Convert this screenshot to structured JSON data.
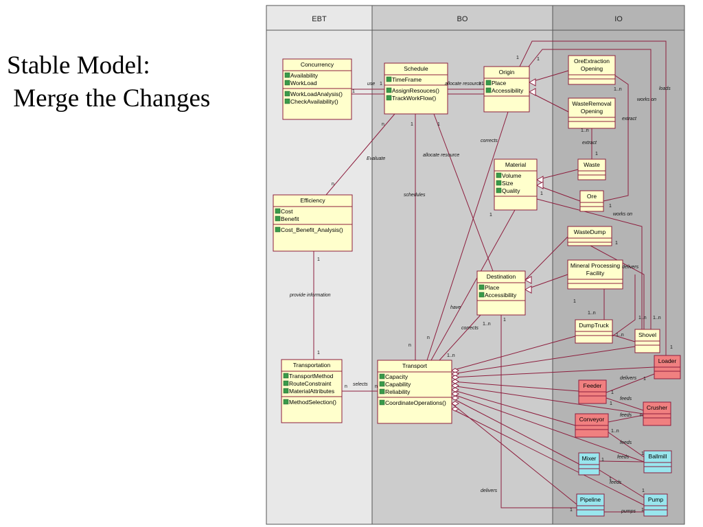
{
  "slide": {
    "title_line1": "Stable Model:",
    "title_line2": " Merge the Changes"
  },
  "lanes": [
    "EBT",
    "BO",
    "IO"
  ],
  "classes": [
    {
      "id": "concurrency",
      "name": "Concurrency",
      "attrs": [
        "Availability",
        "WorkLoad"
      ],
      "ops": [
        "WorkLoadAnalysis()",
        "CheckAvailability()"
      ],
      "color": "#ffffcc"
    },
    {
      "id": "schedule",
      "name": "Schedule",
      "attrs": [
        "TimeFrame"
      ],
      "ops": [
        "AssignResouces()",
        "TrackWorkFlow()"
      ],
      "color": "#ffffcc"
    },
    {
      "id": "origin",
      "name": "Origin",
      "attrs": [
        "Place",
        "Accessibility"
      ],
      "ops": [],
      "color": "#ffffcc"
    },
    {
      "id": "oreextraction",
      "name": "OreExtraction\nOpening",
      "attrs": [],
      "ops": [],
      "color": "#ffffcc"
    },
    {
      "id": "wasteremoval",
      "name": "WasteRemoval\nOpening",
      "attrs": [],
      "ops": [],
      "color": "#ffffcc"
    },
    {
      "id": "material",
      "name": "Material",
      "attrs": [
        "Volume",
        "Size",
        "Quality"
      ],
      "ops": [],
      "color": "#ffffcc"
    },
    {
      "id": "waste",
      "name": "Waste",
      "attrs": [],
      "ops": [],
      "color": "#ffffcc"
    },
    {
      "id": "ore",
      "name": "Ore",
      "attrs": [],
      "ops": [],
      "color": "#ffffcc"
    },
    {
      "id": "efficiency",
      "name": "Efficiency",
      "attrs": [
        "Cost",
        "Benefit"
      ],
      "ops": [
        "Cost_Benefit_Analysis()"
      ],
      "color": "#ffffcc"
    },
    {
      "id": "wastedump",
      "name": "WasteDump",
      "attrs": [],
      "ops": [],
      "color": "#ffffcc"
    },
    {
      "id": "mineral",
      "name": "Mineral Processing\nFacility",
      "attrs": [],
      "ops": [],
      "color": "#ffffcc"
    },
    {
      "id": "destination",
      "name": "Destination",
      "attrs": [
        "Place",
        "Accessibility"
      ],
      "ops": [],
      "color": "#ffffcc"
    },
    {
      "id": "dumptruck",
      "name": "DumpTruck",
      "attrs": [],
      "ops": [],
      "color": "#ffffcc"
    },
    {
      "id": "shovel",
      "name": "Shovel",
      "attrs": [],
      "ops": [],
      "color": "#ffffcc"
    },
    {
      "id": "transportation",
      "name": "Transportation",
      "attrs": [
        "TransportMethod",
        "RouteConstraint",
        "MaterialAttributes"
      ],
      "ops": [
        "MethodSelection()"
      ],
      "color": "#ffffcc"
    },
    {
      "id": "transport",
      "name": "Transport",
      "attrs": [
        "Capacity",
        "Capability",
        "Reliability"
      ],
      "ops": [
        "CoordinateOperations()"
      ],
      "color": "#ffffcc"
    },
    {
      "id": "loader",
      "name": "Loader",
      "attrs": [],
      "ops": [],
      "color": "#f08080"
    },
    {
      "id": "feeder",
      "name": "Feeder",
      "attrs": [],
      "ops": [],
      "color": "#f08080"
    },
    {
      "id": "crusher",
      "name": "Crusher",
      "attrs": [],
      "ops": [],
      "color": "#f08080"
    },
    {
      "id": "conveyor",
      "name": "Conveyor",
      "attrs": [],
      "ops": [],
      "color": "#f08080"
    },
    {
      "id": "ballmill",
      "name": "Ballmill",
      "attrs": [],
      "ops": [],
      "color": "#99e6ee"
    },
    {
      "id": "mixer",
      "name": "Mixer",
      "attrs": [],
      "ops": [],
      "color": "#99e6ee"
    },
    {
      "id": "pipeline",
      "name": "Pipeline",
      "attrs": [],
      "ops": [],
      "color": "#99e6ee"
    },
    {
      "id": "pump",
      "name": "Pump",
      "attrs": [],
      "ops": [],
      "color": "#99e6ee"
    }
  ],
  "labels": [
    "use",
    "allocate resource",
    "works on",
    "loads",
    "extract",
    "extract",
    "Evaluate",
    "allocate resource",
    "corrects",
    "schedules",
    "works on",
    "provide information",
    "delivers",
    "have",
    "corrects",
    "selects",
    "delivers",
    "feeds",
    "feeds",
    "feeds",
    "feeds",
    "feeds",
    "delivers",
    "pumps"
  ],
  "multiplicities": [
    "1",
    "1",
    "1",
    "n",
    "1",
    "1",
    "1",
    "1",
    "1",
    "1..n",
    "1..n",
    "1",
    "1",
    "1",
    "1",
    "n",
    "1",
    "1",
    "n",
    "n",
    "1",
    "1",
    "1..n",
    "1..n",
    "1..n",
    "1",
    "1..n",
    "n",
    "n",
    "1..n",
    "1..n",
    "1",
    "1",
    "1",
    "n",
    "1",
    "1..n",
    "1",
    "1",
    "1",
    "1",
    "1",
    "1",
    "1",
    "1",
    "1",
    "1",
    "1",
    "1",
    "1",
    "1"
  ],
  "colors": {
    "lane_ebt": "#e8e8e8",
    "lane_bo": "#cccccc",
    "lane_io": "#b4b4b4",
    "line": "#8c1c3c",
    "class_fill": "#ffffcc",
    "hardware_red": "#f08080",
    "hardware_cyan": "#99e6ee"
  }
}
